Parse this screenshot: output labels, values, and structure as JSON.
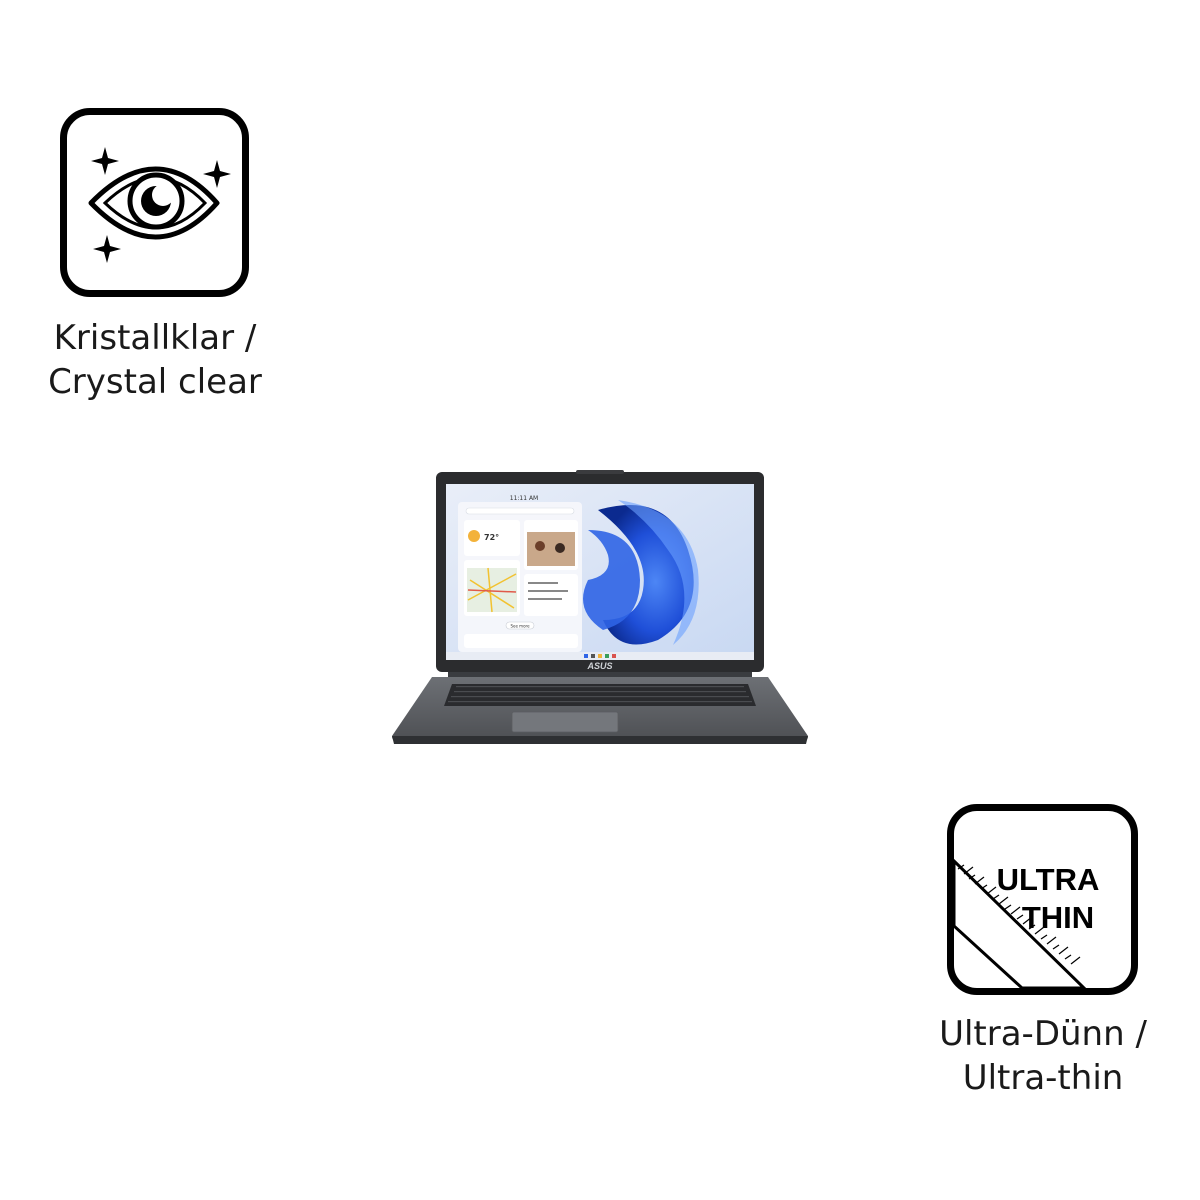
{
  "features": {
    "clear": {
      "icon": "crystal-clear-eye-icon",
      "caption_line_1": "Kristallklar /",
      "caption_line_2": "Crystal clear"
    },
    "thin": {
      "icon": "ultra-thin-ruler-icon",
      "badge_line_1": "ULTRA",
      "badge_line_2": "THIN",
      "caption_line_1": "Ultra-Dünn /",
      "caption_line_2": "Ultra-thin"
    }
  },
  "laptop": {
    "brand": "ASUS",
    "screen_time": "11:11 AM",
    "weather_temp": "72°",
    "see_more": "See more",
    "colors": {
      "body": "#5f6266",
      "bezel": "#2b2c2e",
      "wallpaper": "#dbe6f7",
      "bloom": "#1f4fd8"
    }
  },
  "colors": {
    "icon_stroke": "#000000",
    "caption_text": "#1a1a1a",
    "background": "#ffffff"
  }
}
